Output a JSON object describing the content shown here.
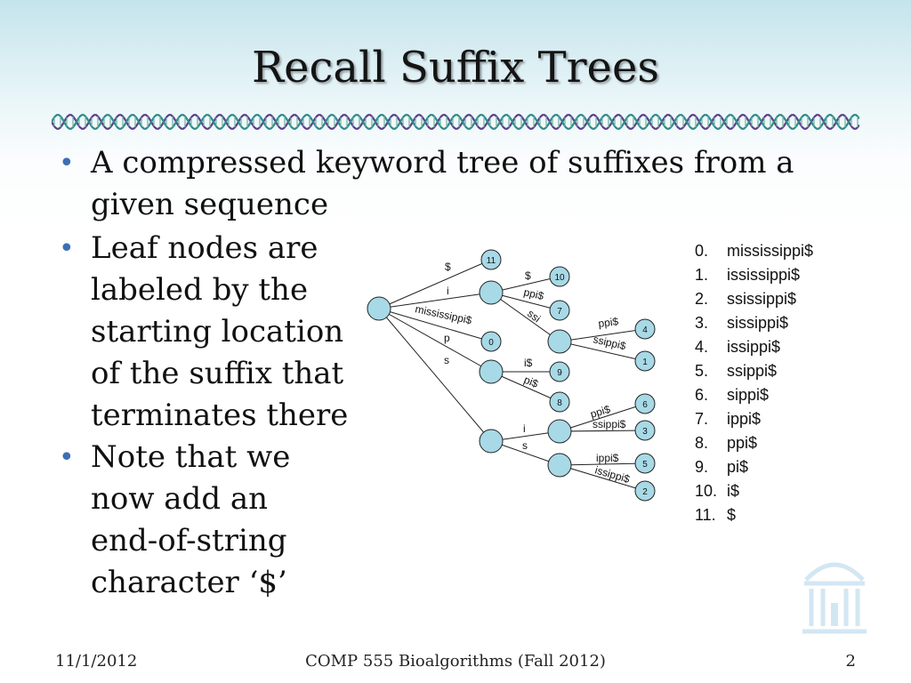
{
  "slide": {
    "title": "Recall Suffix Trees",
    "bullets": [
      "A compressed keyword tree of suffixes from a given sequence",
      "Leaf nodes are labeled by the starting location of the suffix that terminates there",
      "Note that we now add an end-of-string character ‘$’"
    ],
    "bullet2_lines": [
      "Leaf nodes are",
      "labeled by the",
      "starting location",
      "of the suffix that",
      "terminates there"
    ],
    "bullet3_lines": [
      "Note that we",
      "now add an",
      "end-of-string",
      "character ‘$’"
    ]
  },
  "tree": {
    "edge_labels": [
      "$",
      "i",
      "mississippi$",
      "p",
      "s",
      "$",
      "ppi$",
      "ssi",
      "i$",
      "pi$",
      "ppi$",
      "ssippi$",
      "i",
      "s",
      "ppi$",
      "ssippi$",
      "ippi$",
      "issippi$"
    ],
    "leaf_labels": [
      "11",
      "10",
      "7",
      "0",
      "4",
      "1",
      "9",
      "8",
      "6",
      "3",
      "5",
      "2"
    ],
    "node_color": "#a7d9e6"
  },
  "suffix_list": [
    {
      "num": "0.",
      "text": "mississippi$"
    },
    {
      "num": "1.",
      "text": "ississippi$"
    },
    {
      "num": "2.",
      "text": "ssissippi$"
    },
    {
      "num": "3.",
      "text": "sissippi$"
    },
    {
      "num": "4.",
      "text": "issippi$"
    },
    {
      "num": "5.",
      "text": "ssippi$"
    },
    {
      "num": "6.",
      "text": "sippi$"
    },
    {
      "num": "7.",
      "text": "ippi$"
    },
    {
      "num": "8.",
      "text": "ppi$"
    },
    {
      "num": "9.",
      "text": "pi$"
    },
    {
      "num": "10.",
      "text": "i$"
    },
    {
      "num": "11.",
      "text": "$"
    }
  ],
  "footer": {
    "date": "11/1/2012",
    "course": "COMP 555 Bioalgorithms (Fall 2012)",
    "page": "2"
  },
  "icons": {
    "divider": "dna-helix-divider",
    "logo": "old-well-logo-icon"
  }
}
